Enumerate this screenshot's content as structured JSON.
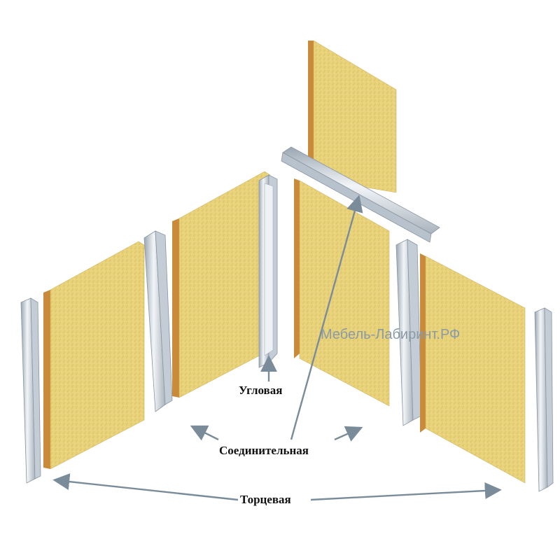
{
  "labels": {
    "corner": "Угловая",
    "connecting": "Соединительная",
    "end": "Торцевая"
  },
  "watermark": "Мебель-Лабиринт.РФ",
  "colors": {
    "panel_face": "#e8d27a",
    "panel_edge": "#c98a3a",
    "profile_metal": "#c9d2dc",
    "arrow": "#7a8c9a",
    "text": "#111111"
  }
}
